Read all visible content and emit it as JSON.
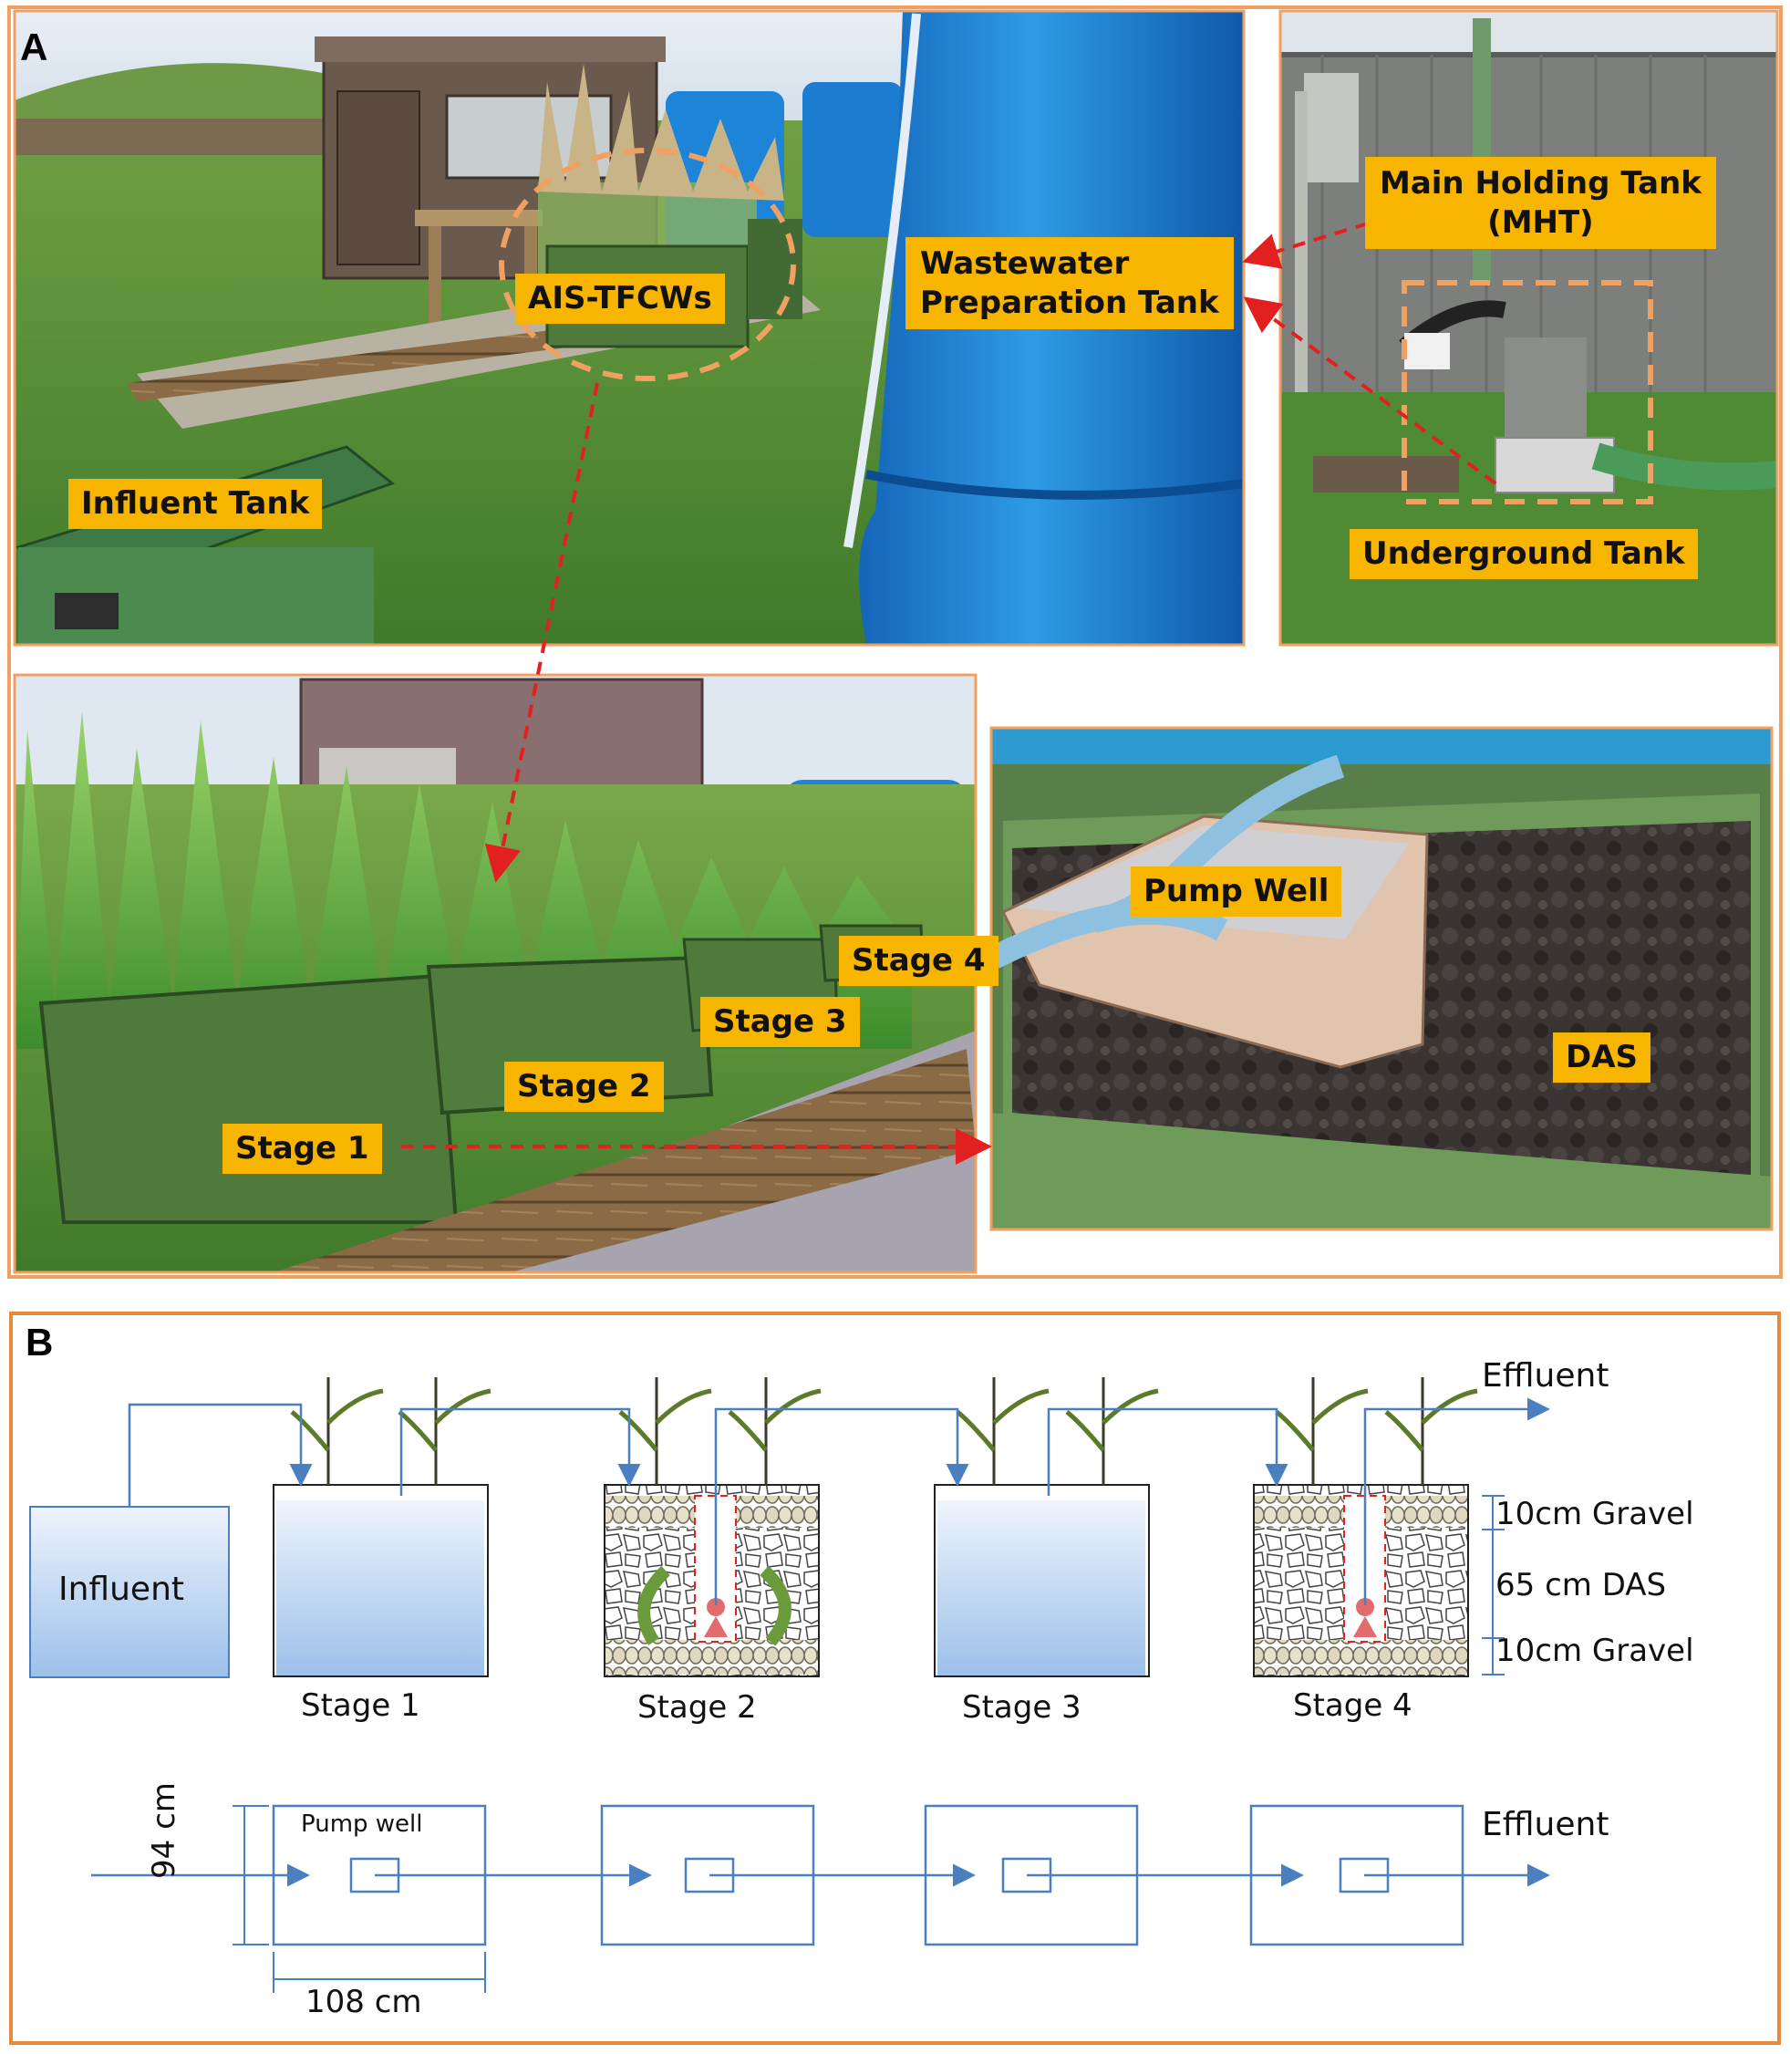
{
  "panel_a": {
    "letter": "A",
    "labels": {
      "influent_tank": "Influent Tank",
      "ais_tfcws": "AIS-TFCWs",
      "wastewater_prep_tank_line1": "Wastewater",
      "wastewater_prep_tank_line2": "Preparation Tank",
      "main_holding_tank_line1": "Main Holding Tank",
      "main_holding_tank_line2": "(MHT)",
      "underground_tank": "Underground Tank",
      "stage_1": "Stage 1",
      "stage_2": "Stage 2",
      "stage_3": "Stage 3",
      "stage_4": "Stage 4",
      "pump_well": "Pump Well",
      "das": "DAS"
    }
  },
  "panel_b": {
    "letter": "B",
    "influent": "Influent",
    "effluent": "Effluent",
    "stages": [
      "Stage 1",
      "Stage 2",
      "Stage 3",
      "Stage 4"
    ],
    "layers": [
      "10cm Gravel",
      "65 cm DAS",
      "10cm Gravel"
    ],
    "plan_view": {
      "pump_well": "Pump well",
      "width": "108 cm",
      "height": "94 cm",
      "effluent": "Effluent"
    }
  },
  "colors": {
    "frame_orange": "#f0a060",
    "label_yellow": "#f7b500",
    "arrow_red": "#e32020",
    "diagram_blue": "#4a7fc0"
  }
}
